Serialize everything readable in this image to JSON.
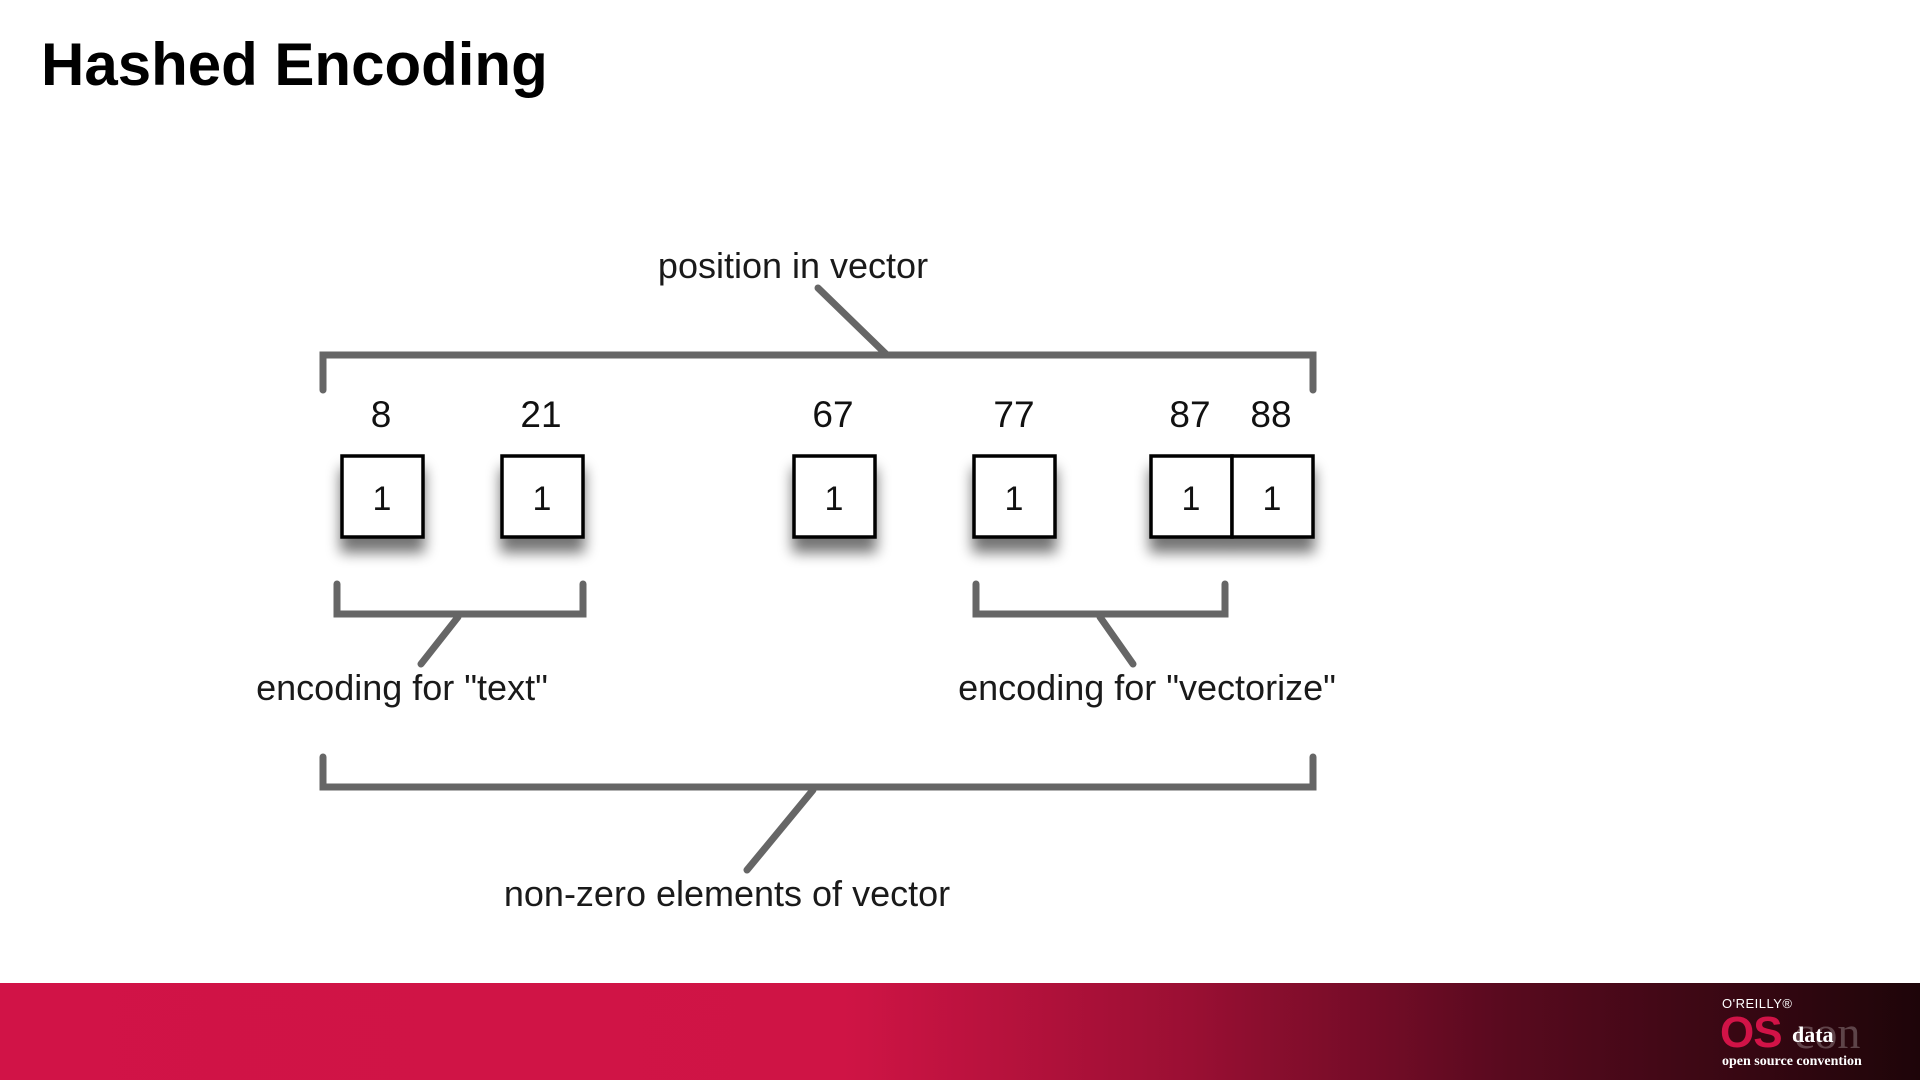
{
  "slide": {
    "title": "Hashed Encoding"
  },
  "diagram": {
    "top_label": "position in vector",
    "cells": [
      {
        "position": "8",
        "value": "1"
      },
      {
        "position": "21",
        "value": "1"
      },
      {
        "position": "67",
        "value": "1"
      },
      {
        "position": "77",
        "value": "1"
      },
      {
        "position": "87",
        "value": "1"
      },
      {
        "position": "88",
        "value": "1"
      }
    ],
    "group_labels": {
      "text": "encoding for \"text\"",
      "vectorize": "encoding for \"vectorize\""
    },
    "bottom_label": "non-zero elements of vector"
  },
  "footer": {
    "logo": {
      "publisher": "O'REILLY®",
      "brand_os": "OS",
      "brand_con": "con",
      "brand_data": "data",
      "tagline": "open source convention"
    },
    "colors": {
      "start": "#d11347",
      "end": "#1e0509"
    }
  },
  "colors": {
    "bracket": "#666666",
    "text": "#1a1a1a"
  }
}
